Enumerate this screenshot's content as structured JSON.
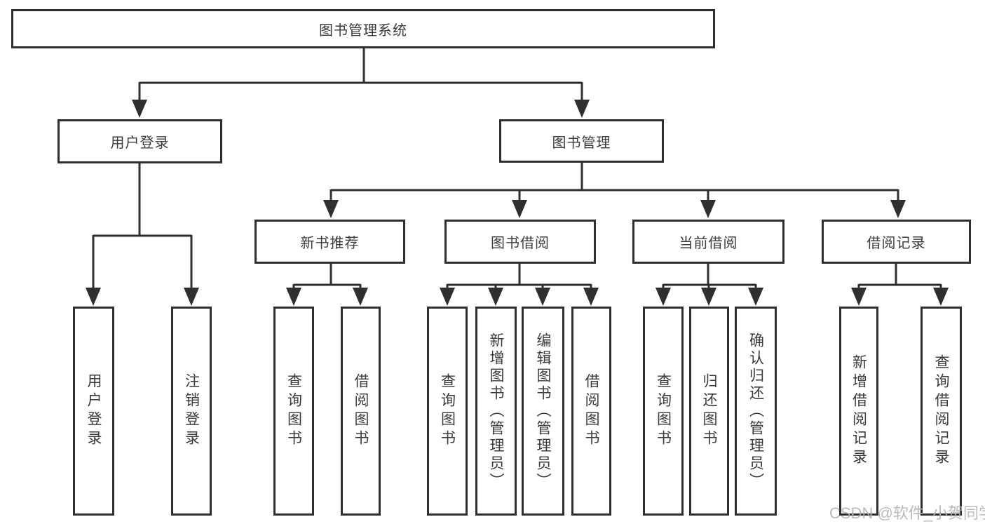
{
  "diagram": {
    "root": "图书管理系统",
    "level2": {
      "user_login": "用户登录",
      "book_mgmt": "图书管理"
    },
    "level3": {
      "new_book": "新书推荐",
      "book_borrow": "图书借阅",
      "current_borrow": "当前借阅",
      "borrow_record": "借阅记录"
    },
    "leaves": {
      "user_login": [
        "用户登录",
        "注销登录"
      ],
      "new_book": [
        "查询图书",
        "借阅图书"
      ],
      "book_borrow": [
        "查询图书",
        "新增图书（管理员）",
        "编辑图书（管理员）",
        "借阅图书"
      ],
      "current_borrow": [
        "查询图书",
        "归还图书",
        "确认归还（管理员）"
      ],
      "borrow_record": [
        "新增借阅记录",
        "查询借阅记录"
      ]
    },
    "watermark": "CSDN @软件_小贺同学",
    "colors": {
      "line": "#2f2f2f",
      "text": "#3a3a3a",
      "background": "#ffffff",
      "watermark": "#aeaeae"
    }
  }
}
